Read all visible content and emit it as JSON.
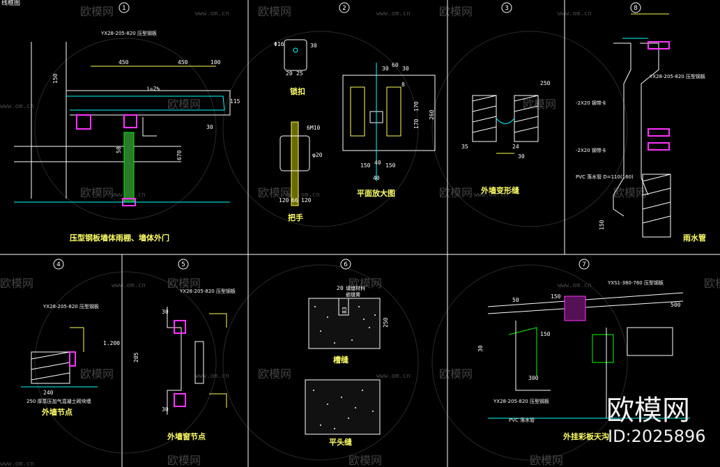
{
  "corner_label": "线框图",
  "watermark": {
    "brand": "欧模网",
    "url": "www.om.cn"
  },
  "brand_logo": "欧模网",
  "image_id": "ID:2025896",
  "panels": [
    {
      "no": "1",
      "title": "压型钢板墙体雨棚、墙体外门"
    },
    {
      "no": "2",
      "title": "平面放大图",
      "sub1": "锁扣",
      "sub2": "把手"
    },
    {
      "no": "3",
      "title": "外墙变形缝"
    },
    {
      "no": "8",
      "title": "雨水管"
    },
    {
      "no": "4",
      "title": "外墙节点"
    },
    {
      "no": "5",
      "title": "外墙窗节点"
    },
    {
      "no": "6",
      "title": "平头缝",
      "sub1": "槽缝"
    },
    {
      "no": "7",
      "title": "外挂彩板天沟"
    }
  ],
  "annotations": {
    "p1": {
      "spec": "YX28-205-820 压型钢板",
      "dims": [
        "450",
        "450",
        "100",
        "150",
        "115",
        "30",
        "670",
        "58"
      ],
      "slope": "i=2%"
    },
    "p2": {
      "dims": [
        "Φ16",
        "30",
        "20",
        "25",
        "6M10",
        "φ20",
        "120",
        "66",
        "120",
        "30",
        "60",
        "30",
        "8",
        "170",
        "260",
        "170",
        "150",
        "40",
        "150",
        "40"
      ]
    },
    "p3": {
      "dims": [
        "250",
        "35",
        "24",
        "30"
      ]
    },
    "p8": {
      "spec": "YX28-205-820 压型钢板",
      "dims": [
        "150"
      ],
      "notes": [
        "-2X20 钢带卡",
        "-2X20 钢带卡",
        "PVC 落水管 D=110(160)"
      ]
    },
    "p4": {
      "spec": "YX28-205-820 压型钢板",
      "dims": [
        "1.200",
        "240"
      ],
      "notes": [
        "250 厚蒸压加气混凝土砌块墙"
      ]
    },
    "p5": {
      "spec": "YX28-205-820 压型钢板",
      "dims": [
        "30",
        "205",
        "30"
      ]
    },
    "p6": {
      "dims": [
        "20",
        "83",
        "250"
      ],
      "notes": [
        "填缝材料",
        "嵌缝膏"
      ]
    },
    "p7": {
      "spec": "YXS1-380-760 压型钢板",
      "spec2": "YX28-205-820 压型钢板",
      "dims": [
        "50",
        "150",
        "30",
        "300",
        "150",
        "500"
      ],
      "notes": [
        "PVC 落水管"
      ]
    }
  }
}
